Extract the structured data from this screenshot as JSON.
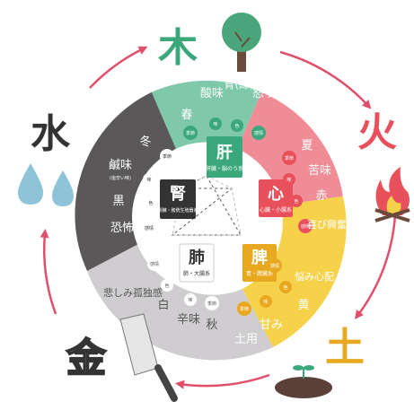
{
  "elements": {
    "wood": "木",
    "fire": "火",
    "earth": "土",
    "metal": "金",
    "water": "水"
  },
  "organs": {
    "liver": {
      "name": "肝",
      "sub": "肝臓・脳のう系"
    },
    "heart": {
      "name": "心",
      "sub": "心臓・小腸系"
    },
    "spleen": {
      "name": "脾",
      "sub": "胃・脾臓系"
    },
    "lung": {
      "name": "肺",
      "sub": "肺・大腸系"
    },
    "kidney": {
      "name": "腎",
      "sub": "腎臓・膀胱生殖器系"
    }
  },
  "labels": {
    "season": "季節",
    "taste": "味",
    "color": "色",
    "emotion": "感情"
  },
  "segments": {
    "wood": {
      "season": "春",
      "taste": "酸味",
      "color": "青(緑)",
      "emotion": "怒り"
    },
    "fire": {
      "season": "夏",
      "taste": "苦味",
      "color": "赤",
      "emotion": "喜び興奮"
    },
    "earth": {
      "season": "土用",
      "taste": "甘み",
      "color": "黄",
      "emotion": "悩み心配"
    },
    "metal": {
      "season": "秋",
      "taste": "辛味",
      "color": "白",
      "emotion": "悲しみ孤独感"
    },
    "water": {
      "season": "冬",
      "taste": "鹹味",
      "taste_note": "(塩辛い味)",
      "color": "黒",
      "emotion": "恐怖"
    }
  },
  "colors": {
    "wood": "#7fc8a9",
    "fire": "#ef8c96",
    "earth": "#f6d24a",
    "metal": "#cfcdd0",
    "water": "#5a5858",
    "arrow": "#e0506a",
    "fire_text": "#e8505b",
    "earth_text": "#e8a81f",
    "wood_text": "#3aa87a"
  },
  "icons": [
    "tree-icon",
    "flame-icon",
    "sprout-icon",
    "saw-icon",
    "water-drops-icon"
  ]
}
